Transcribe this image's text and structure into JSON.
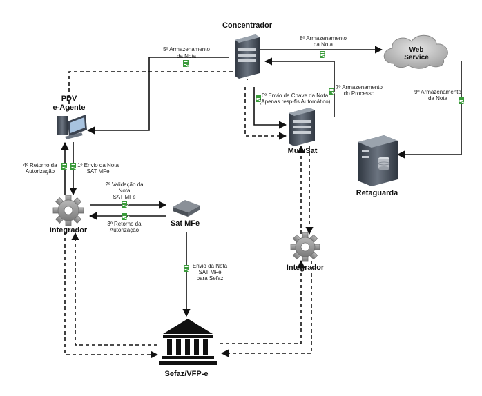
{
  "nodes": {
    "concentrador": "Concentrador",
    "pdv_line1": "PDV",
    "pdv_line2": "e-Agente",
    "web_service_line1": "Web",
    "web_service_line2": "Service",
    "retaguarda": "Retaguarda",
    "multisat": "MultiSat",
    "integrador_left": "Integrador",
    "sat_mfe": "Sat MFe",
    "integrador_right": "Integrador",
    "sefaz": "Sefaz/VFP-e"
  },
  "steps": {
    "s1": [
      "1º Envio da Nota",
      "SAT MFe"
    ],
    "s2": [
      "2º Validação da",
      "Nota",
      "SAT MFe"
    ],
    "s3": [
      "3º Retorno da",
      "Autorização"
    ],
    "s4": [
      "4º Retorno da",
      "Autorização"
    ],
    "s5": [
      "5º Armazenamento",
      "da Nota"
    ],
    "s6": [
      "6º Envio da Chave da Nota",
      "(Apenas resp-fis Automático)"
    ],
    "s7": [
      "7º Armazenamento",
      "do Processo"
    ],
    "s8": [
      "8º Armazenamento",
      "da Nota"
    ],
    "s9": [
      "9º Armazenamento",
      "da Nota"
    ],
    "s10": [
      "Envio da Nota",
      "SAT MFe",
      "para Sefaz"
    ]
  },
  "colors": {
    "doc_icon": "#3a9b3a",
    "server_body": "#4b5563",
    "cloud": "#c4c4c4"
  }
}
